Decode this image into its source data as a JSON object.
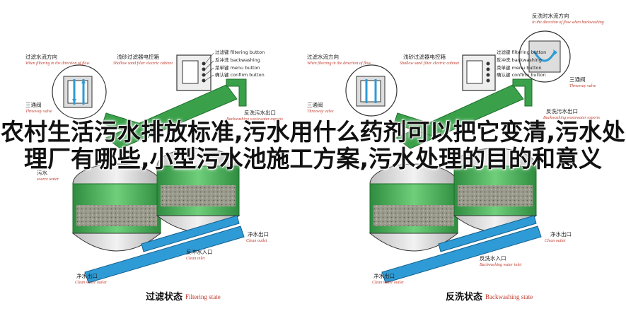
{
  "title": "农村生活污水排放标准,污水用什么药剂可以把它变清,污水处理厂有哪些,小型污水池施工方案,污水处理的目的和意义",
  "left_panel": {
    "filter_direction_cn": "过滤水流方向",
    "filter_direction_en": "When filtering in the direction of flow",
    "cabinet_cn": "浅砂过滤器电控箱",
    "cabinet_en": "Shallow sand filter electric cabinet",
    "btn_filtering": "过滤键 filtering button",
    "btn_backwashing": "反冲洗 backwashing",
    "btn_menu": "菜单键 menu button",
    "btn_confirm": "确认键 confirm button",
    "three_way_cn": "三通阀",
    "three_way_en": "Threeway valve",
    "backwash_outlet_cn": "反洗污水出口",
    "backwash_outlet_en": "Backwashing wastewater exports",
    "sewage_cn": "污水",
    "sewage_en": "source water",
    "clean_outlet_cn": "净水出口",
    "clean_outlet_en": "Clean outlet",
    "backwash_inlet_cn": "反冲水入口",
    "backwash_inlet_en": "Clean inlet",
    "clean_water_outlet_cn": "净水出口",
    "clean_water_outlet_en": "Clean water outlet",
    "caption_cn": "过滤状态",
    "caption_en": "Filtering state"
  },
  "right_panel": {
    "backwash_direction_cn": "反洗时水流方向",
    "backwash_direction_en": "In the direction of flow when backwashing",
    "filter_direction_cn": "过滤水流方向",
    "filter_direction_en": "When filtering in the direction of flow",
    "cabinet_cn": "浅砂过滤器电控箱",
    "cabinet_en": "Shallow sand filter electric cabinet",
    "btn_filtering": "过滤键 filtering button",
    "btn_backwashing": "反冲洗 backwashing",
    "btn_menu": "菜单键 menu button",
    "btn_confirm": "确认键 confirm button",
    "three_way_cn": "三通阀",
    "three_way_en": "Threeway valve",
    "backwash_outlet_cn": "反洗污水出口",
    "backwash_outlet_en": "Backwashing wastewater exports",
    "clean_outlet_cn": "净水出口",
    "clean_outlet_en": "Clean outlet",
    "backwash_inlet_cn": "反洗水入口",
    "backwash_inlet_en": "Backwashing water inlet",
    "clean_water_outlet_cn": "净水出口",
    "clean_water_outlet_en": "Clean water outlet",
    "caption_cn": "反洗状态",
    "caption_en": "Backwashing state"
  },
  "colors": {
    "pipe_green": "#3aa14a",
    "pipe_blue": "#2e9bd6",
    "tank_green": "#4ab35a",
    "sand": "#8a8a7a",
    "label_red": "#c0392b"
  }
}
